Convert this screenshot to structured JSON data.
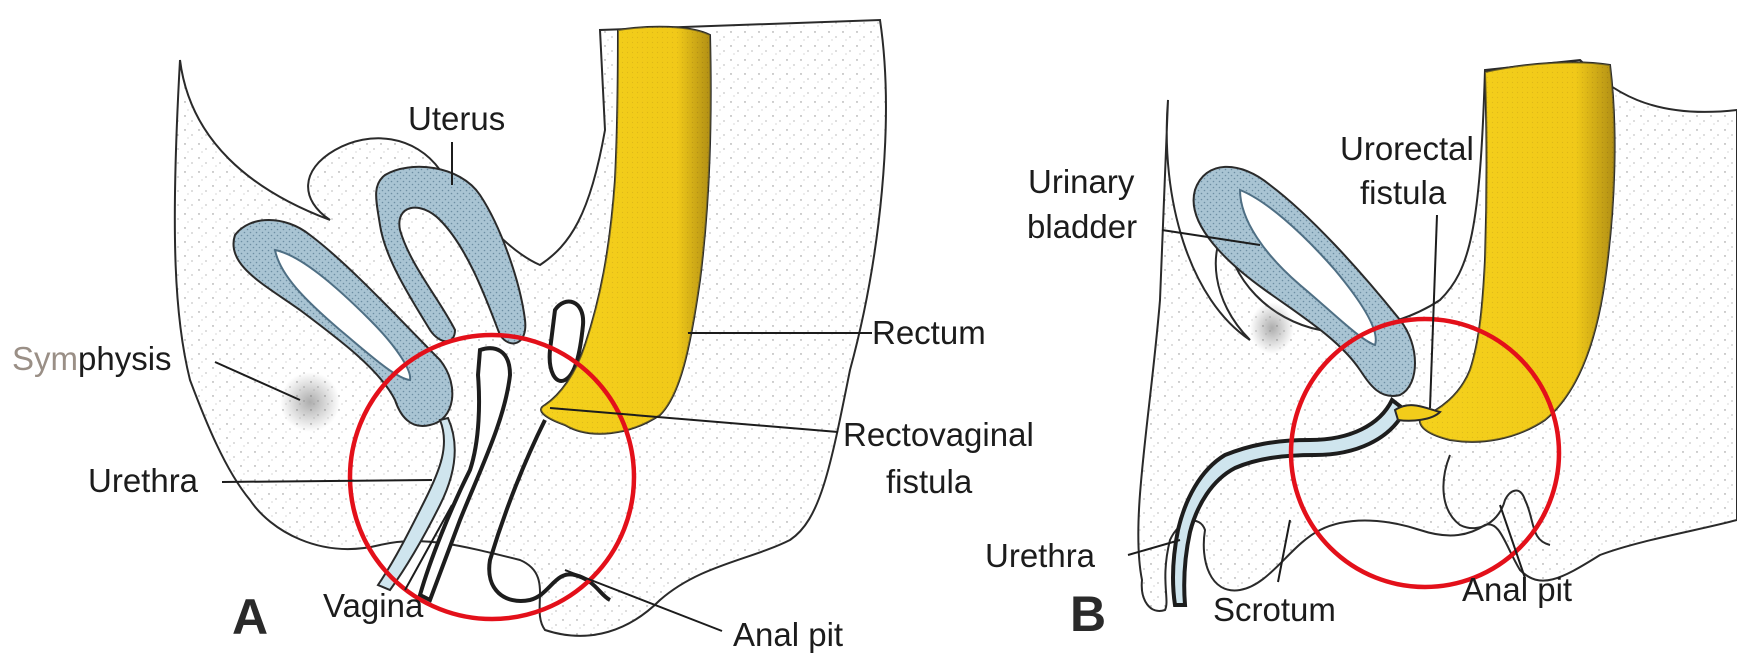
{
  "panels": {
    "a": {
      "letter": "A",
      "labels": {
        "uterus": "Uterus",
        "symphysis_prefix": "Sym",
        "symphysis_rest": "physis",
        "urethra": "Urethra",
        "vagina": "Vagina",
        "rectum": "Rectum",
        "rectovaginal_line1": "Rectovaginal",
        "rectovaginal_line2": "fistula",
        "anal_pit": "Anal pit"
      }
    },
    "b": {
      "letter": "B",
      "labels": {
        "urinary_line1": "Urinary",
        "urinary_line2": "bladder",
        "urorectal_line1": "Urorectal",
        "urorectal_line2": "fistula",
        "urethra": "Urethra",
        "scrotum": "Scrotum",
        "anal_pit": "Anal pit"
      }
    }
  },
  "colors": {
    "rectum_yellow": "#f2cc1a",
    "bladder_blue": "#a9c4d3",
    "urethra_light_blue": "#cfe5ee",
    "highlight_circle": "#e3101a",
    "tissue_stipple": "#8a8a8a",
    "symphysis_label_prefix": "#9a8f86"
  },
  "icons": {
    "highlight_marker": "red-circle-highlight"
  }
}
